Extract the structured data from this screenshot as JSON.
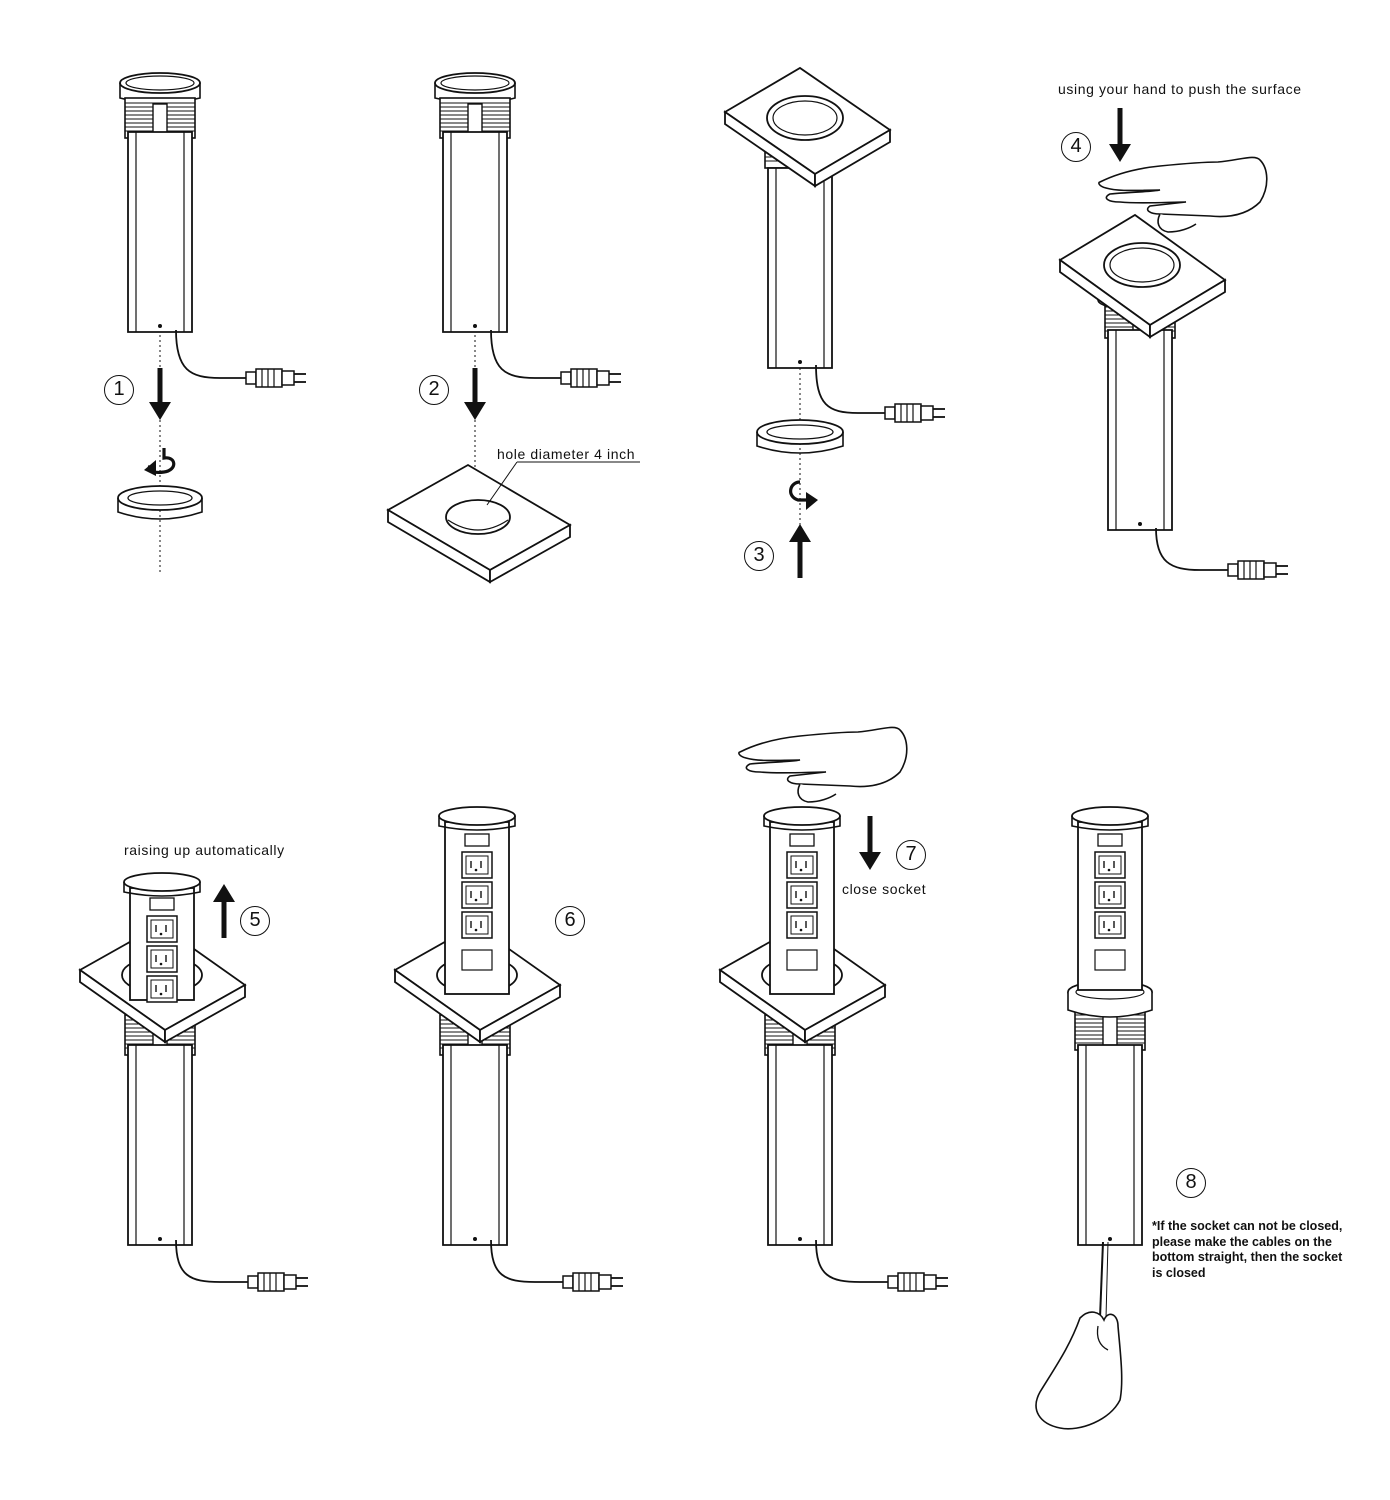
{
  "steps": [
    {
      "number": "1"
    },
    {
      "number": "2",
      "label": "hole diameter 4 inch"
    },
    {
      "number": "3"
    },
    {
      "number": "4",
      "label": "using your hand to push the surface"
    },
    {
      "number": "5",
      "label": "raising up automatically"
    },
    {
      "number": "6"
    },
    {
      "number": "7",
      "label": "close socket"
    },
    {
      "number": "8",
      "note_lines": [
        "*If the socket can not be closed,",
        "please make the cables on the",
        "bottom straight, then the socket",
        "is closed"
      ]
    }
  ],
  "colors": {
    "line": "#111111",
    "fill": "#ffffff",
    "shade": "#d9d9d9"
  },
  "icons": [
    "pop-up-socket-tube",
    "mounting-ring",
    "rotate-arrow",
    "down-arrow",
    "up-arrow",
    "countertop-plate",
    "hand",
    "power-plug",
    "outlet"
  ]
}
